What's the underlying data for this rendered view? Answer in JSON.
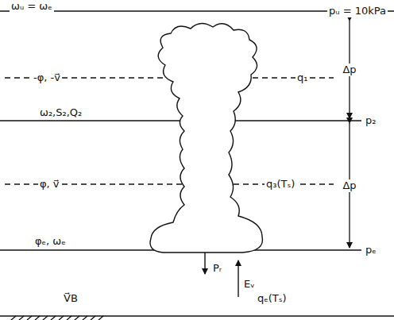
{
  "diagram": {
    "labels": [
      "ωᵤ = ωₑ",
      "pᵤ = 10kPa",
      "-φ, -v⃗",
      "q₁",
      "Δp",
      "ω₂,S₂,Q₂",
      "p₂",
      "φ, v⃗",
      "q₃(Tₛ)",
      "Δp",
      "φₑ, ωₑ",
      "pₑ",
      "Pᵣ",
      "V⃗B",
      "Eᵥ",
      "qₑ(Tₛ)"
    ]
  }
}
